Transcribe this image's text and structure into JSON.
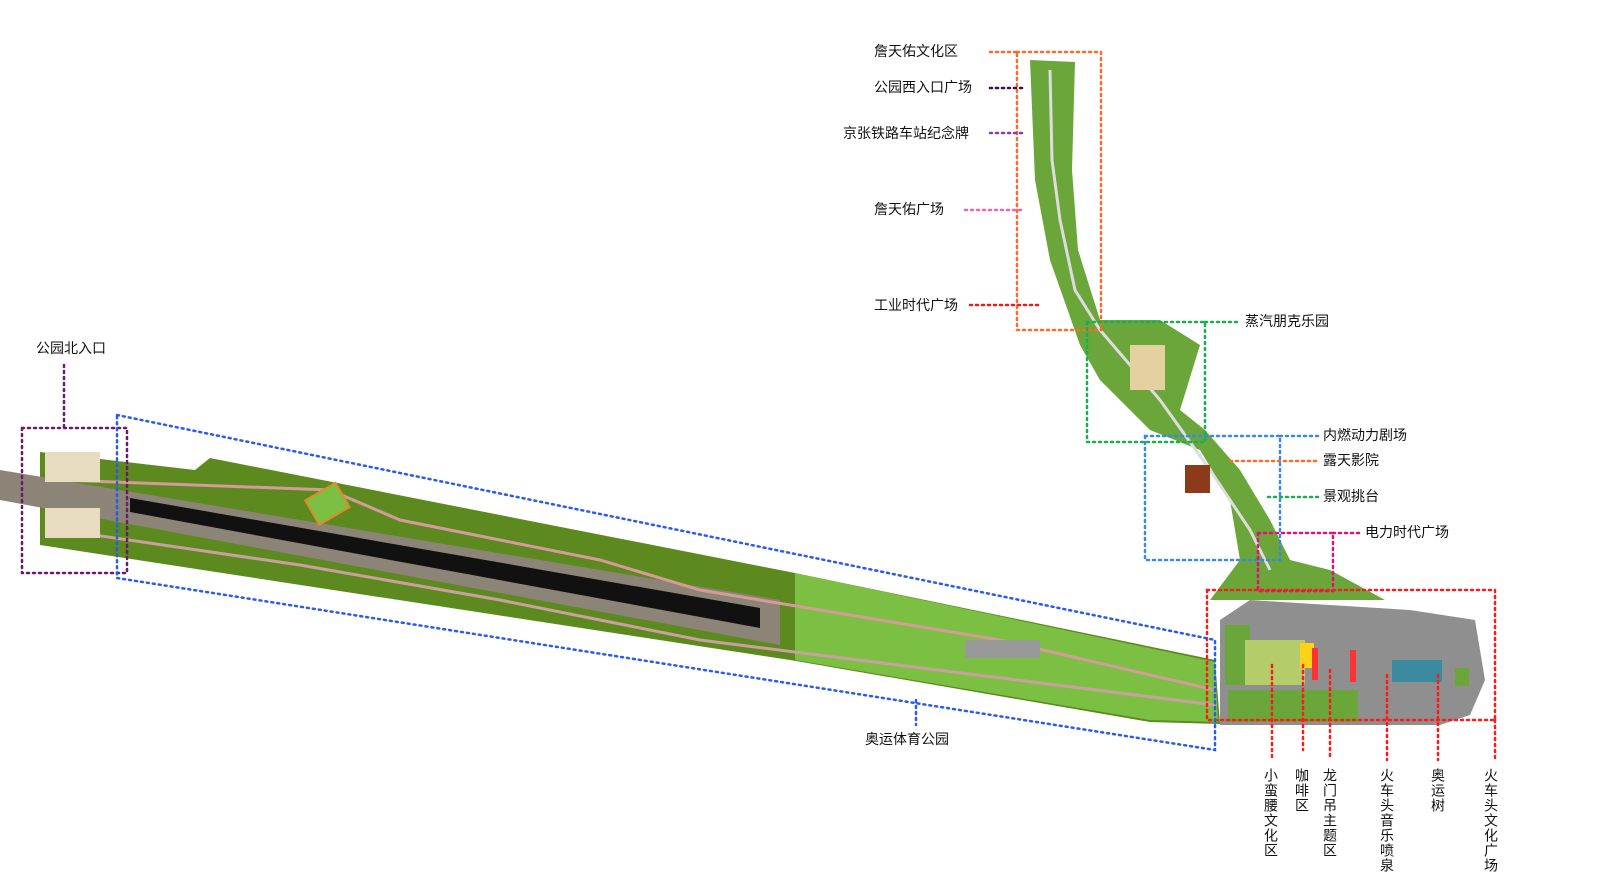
{
  "title": "Park master plan zoning diagram",
  "colors": {
    "park_green": "#5d8a1e",
    "light_green": "#7cc043",
    "mid_green": "#6aa63a",
    "rail_gray": "#8c8c8c",
    "callout_orange": "#ff6a2a",
    "callout_red": "#ff1a1a",
    "callout_blue": "#2b5bea",
    "callout_green": "#19b050",
    "callout_purple": "#6a1a6a",
    "callout_pink": "#ee3388"
  },
  "labels": {
    "zhan_culture": "詹天佑文化区",
    "west_entrance": "公园西入口广场",
    "jingzhang_monument": "京张铁路车站纪念牌",
    "zhan_square": "詹天佑广场",
    "industrial_square": "工业时代广场",
    "steampunk_park": "蒸汽朋克乐园",
    "diesel_theater": "内燃动力剧场",
    "open_cinema": "露天影院",
    "landscape_platform": "景观挑台",
    "electric_square": "电力时代广场",
    "north_entrance": "公园北入口",
    "olympic_park": "奥运体育公园",
    "xiaomanyao": "小蛮腰文化区",
    "cafe": "咖啡区",
    "gantry_crane": "龙门吊主题区",
    "fountain": "火车头音乐喷泉",
    "olympic_tree": "奥运树",
    "locomotive_square": "火车头文化广场"
  }
}
